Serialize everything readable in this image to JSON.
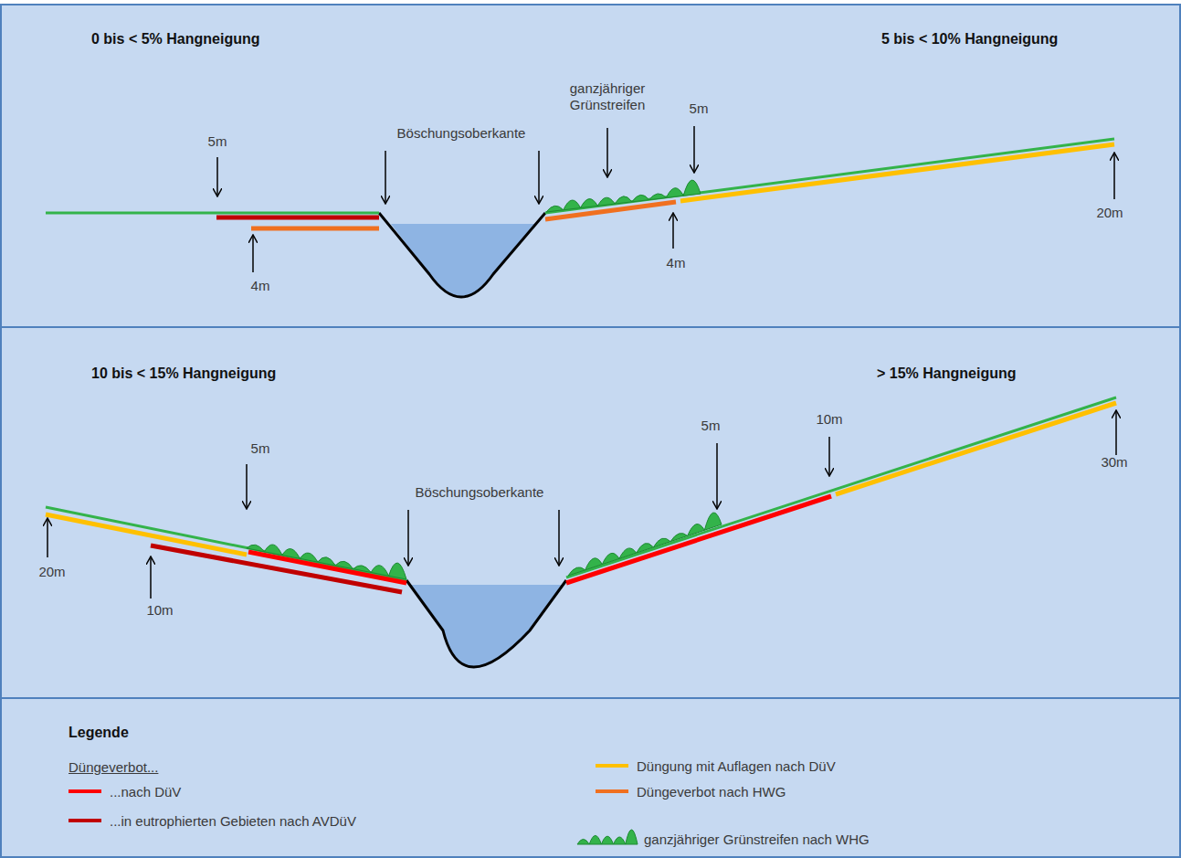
{
  "diagram": {
    "labels": [
      "0 bis < 5% Hangneigung",
      "5 bis < 10% Hangneigung",
      "ganzjähriger Grünstreifen",
      "5m",
      "Böschungsoberkante",
      "5m",
      "20m",
      "4m",
      "4m",
      "10 bis < 15% Hangneigung",
      "> 15% Hangneigung",
      "10m",
      "5m",
      "5m",
      "Böschungsoberkante",
      "30m",
      "20m",
      "10m",
      "Legende",
      "Düngeverbot..."
    ],
    "legend": [
      {
        "text": "...nach DüV",
        "color": "#ff0000"
      },
      {
        "text": "...in eutrophierten Gebieten nach AVDüV",
        "color": "#c00000"
      },
      {
        "text": "Düngung mit Auflagen nach DüV",
        "color": "#ffc000"
      },
      {
        "text": "Düngeverbot nach HWG",
        "color": "#f07020"
      },
      {
        "text": "ganzjähriger Grünstreifen nach WHG"
      }
    ]
  }
}
